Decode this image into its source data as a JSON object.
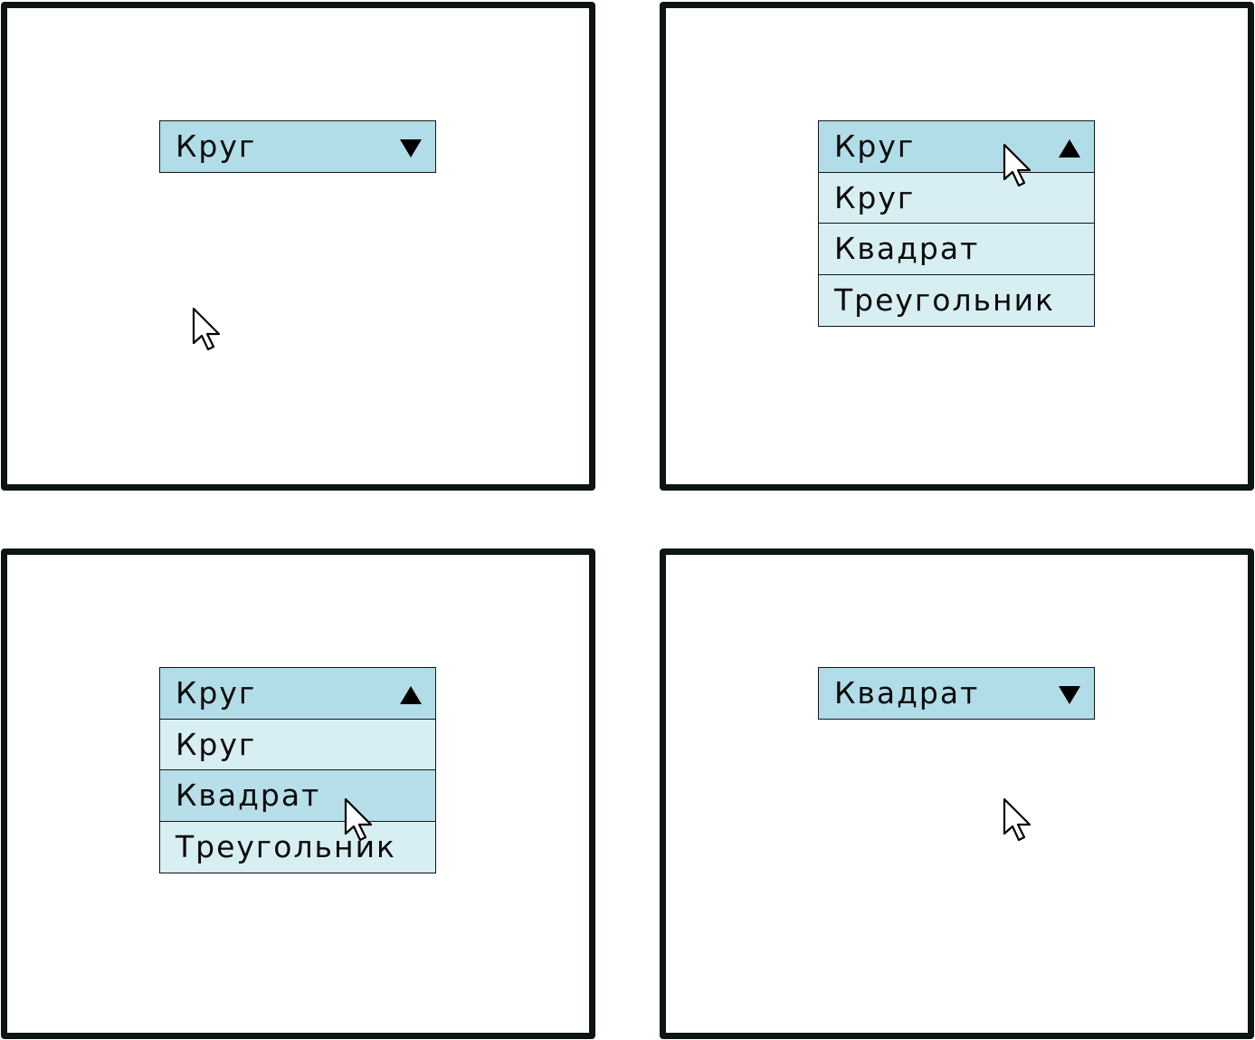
{
  "dropdown_options": [
    "Круг",
    "Квадрат",
    "Треугольник"
  ],
  "frames": [
    {
      "selected": "Круг",
      "state": "closed",
      "toggle_icon": "triangle-down-icon"
    },
    {
      "selected": "Круг",
      "state": "open",
      "toggle_icon": "triangle-up-icon",
      "hovered": ""
    },
    {
      "selected": "Круг",
      "state": "open",
      "toggle_icon": "triangle-up-icon",
      "hovered": "Квадрат"
    },
    {
      "selected": "Квадрат",
      "state": "closed",
      "toggle_icon": "triangle-down-icon"
    }
  ],
  "colors": {
    "header_bg": "#b1dde8",
    "option_bg": "#d7eef3",
    "option_hover_bg": "#b6dfe9",
    "frame_border": "#0d1512"
  },
  "cursor_icon": "mouse-pointer-icon"
}
